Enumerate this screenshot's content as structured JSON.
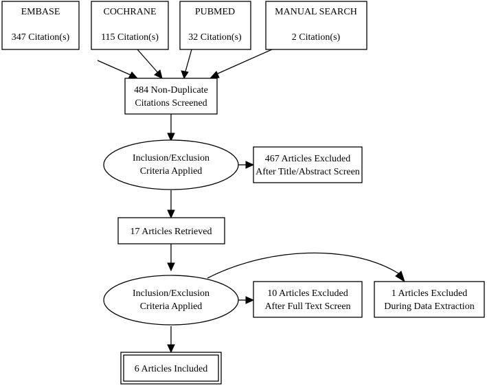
{
  "sources": [
    {
      "name": "EMBASE",
      "count": "347 Citation(s)"
    },
    {
      "name": "COCHRANE",
      "count": "115 Citation(s)"
    },
    {
      "name": "PUBMED",
      "count": "32 Citation(s)"
    },
    {
      "name": "MANUAL SEARCH",
      "count": "2 Citation(s)"
    }
  ],
  "screened": {
    "line1": "484 Non-Duplicate",
    "line2": "Citations Screened"
  },
  "criteria_1": {
    "line1": "Inclusion/Exclusion",
    "line2": "Criteria Applied"
  },
  "excluded_1": {
    "line1": "467 Articles Excluded",
    "line2": "After Title/Abstract Screen"
  },
  "retrieved": {
    "line1": "17 Articles Retrieved"
  },
  "criteria_2": {
    "line1": "Inclusion/Exclusion",
    "line2": "Criteria Applied"
  },
  "excluded_2": {
    "line1": "10 Articles Excluded",
    "line2": "After Full Text Screen"
  },
  "excluded_3": {
    "line1": "1 Articles Excluded",
    "line2": "During Data Extraction"
  },
  "included": {
    "line1": "6 Articles Included"
  }
}
